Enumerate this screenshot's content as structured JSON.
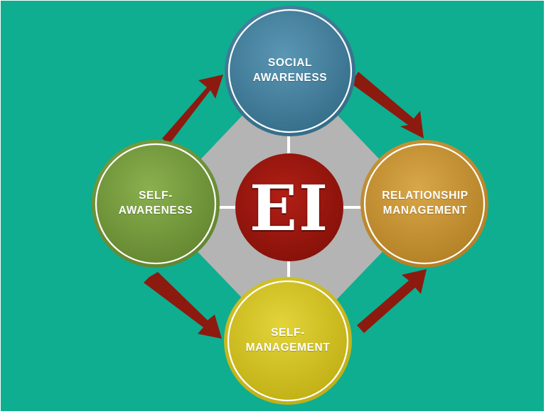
{
  "colors": {
    "background": "#0fae90",
    "frame": "#ffffff",
    "diamond": "#b4b4b4",
    "arrow": "#8c1a0f",
    "center": "#9b160f",
    "social": "#417e9b",
    "self_awareness": "#73983c",
    "relationship": "#c89534",
    "self_management": "#d3c224"
  },
  "center": {
    "label": "EI"
  },
  "nodes": {
    "social": {
      "label": "SOCIAL\nAWARENESS"
    },
    "self_awareness": {
      "label": "SELF-\nAWARENESS"
    },
    "relationship": {
      "label": "RELATIONSHIP\nMANAGEMENT"
    },
    "self_management": {
      "label": "SELF-\nMANAGEMENT"
    }
  }
}
